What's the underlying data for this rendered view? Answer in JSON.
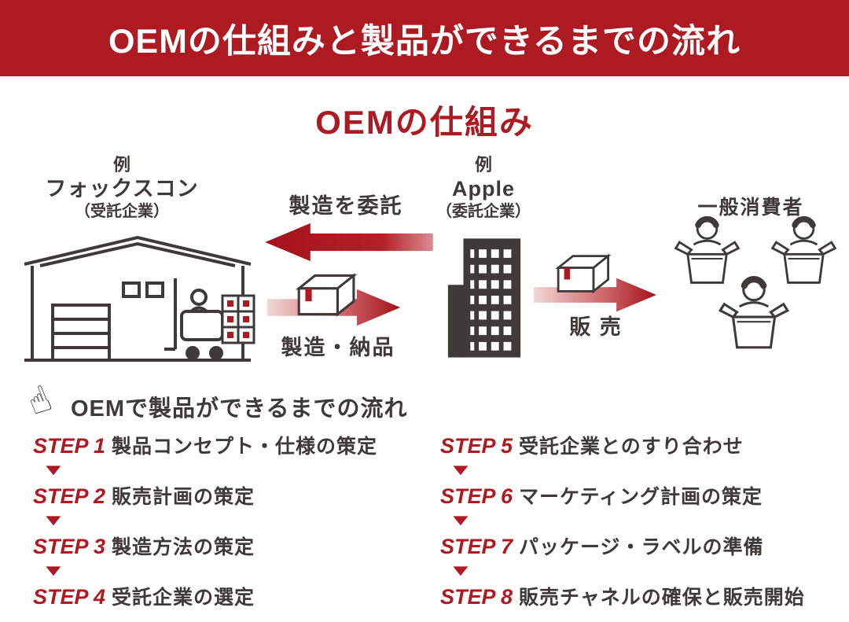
{
  "colors": {
    "accent": "#ad1a22",
    "dark": "#3e3a39"
  },
  "header": {
    "title": "OEMの仕組みと製品ができるまでの流れ"
  },
  "scheme": {
    "title": "OEMの仕組み",
    "contractor": {
      "example": "例",
      "name": "フォックスコン",
      "role": "（受託企業）"
    },
    "client": {
      "example": "例",
      "name": "Apple",
      "role": "（委託企業）"
    },
    "consumers_label": "一般消費者",
    "arrow_outsource_label": "製造を委託",
    "arrow_deliver_label": "製造・納品",
    "arrow_sell_label": "販 売"
  },
  "flow": {
    "title": "OEMで製品ができるまでの流れ",
    "left": [
      {
        "step": "STEP 1",
        "text": "製品コンセプト・仕様の策定"
      },
      {
        "step": "STEP 2",
        "text": "販売計画の策定"
      },
      {
        "step": "STEP 3",
        "text": "製造方法の策定"
      },
      {
        "step": "STEP 4",
        "text": "受託企業の選定"
      }
    ],
    "right": [
      {
        "step": "STEP 5",
        "text": "受託企業とのすり合わせ"
      },
      {
        "step": "STEP 6",
        "text": "マーケティング計画の策定"
      },
      {
        "step": "STEP 7",
        "text": "パッケージ・ラベルの準備"
      },
      {
        "step": "STEP 8",
        "text": "販売チャネルの確保と販売開始"
      }
    ]
  },
  "icons": {
    "pointing_hand": "☝",
    "down_arrow": "▼"
  }
}
